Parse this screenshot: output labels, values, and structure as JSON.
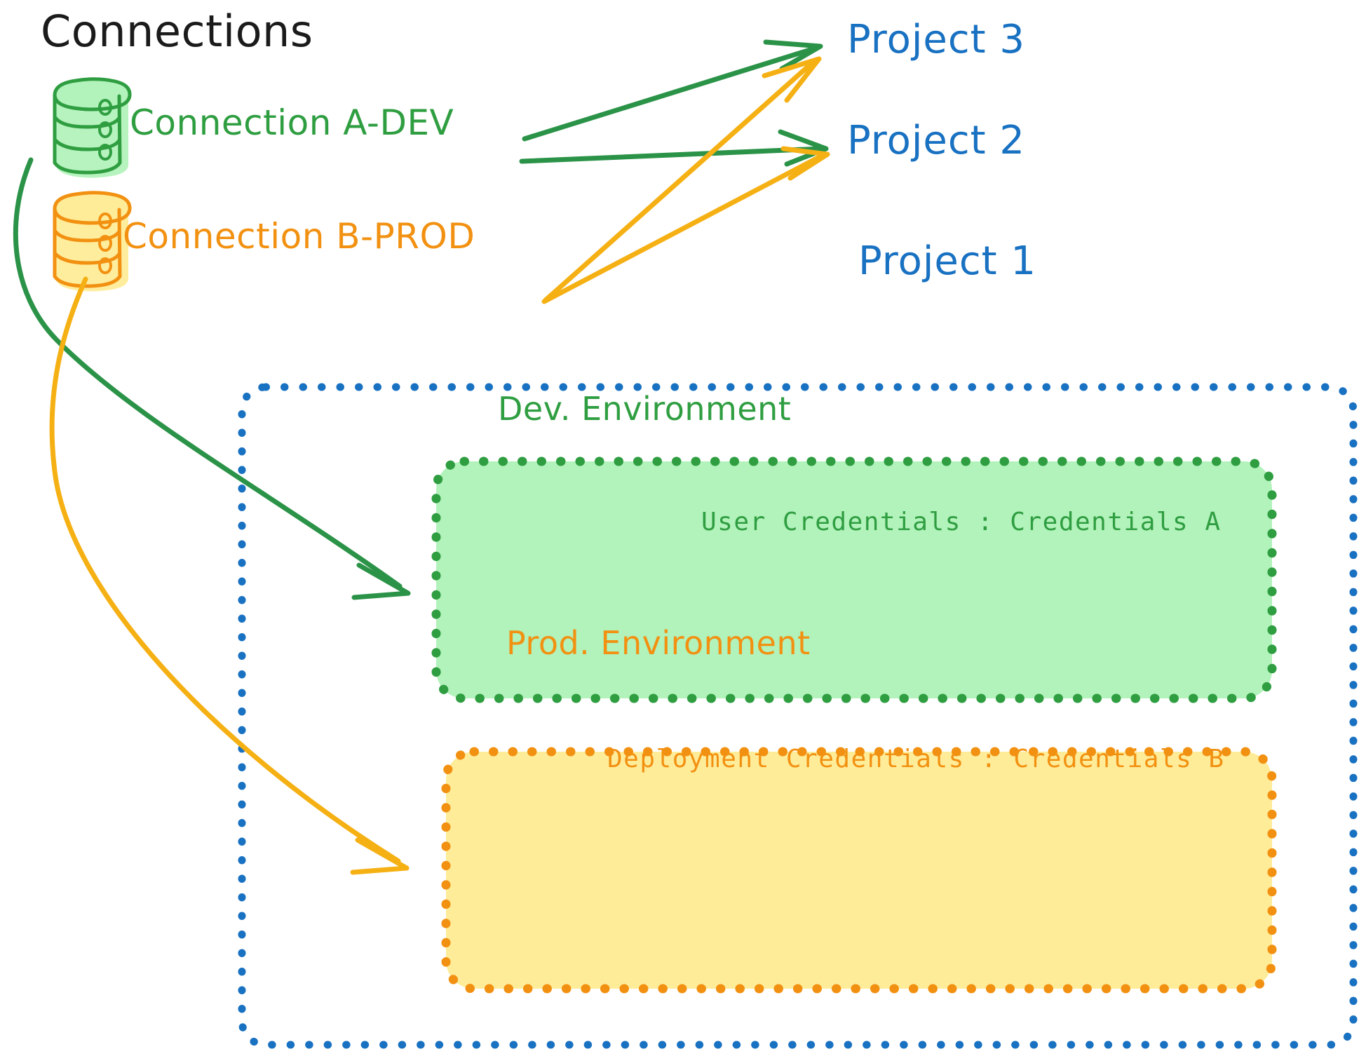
{
  "diagram": {
    "title": "Connections",
    "type": "architecture-diagram",
    "background": "#ffffff"
  },
  "colors": {
    "green_stroke": "#2f9e41",
    "green_fill": "#b2f2bb",
    "orange_stroke": "#f29111",
    "orange_fill": "#ffec99",
    "blue": "#1971c2",
    "title_black": "#1b1b1b",
    "green_arrow": "#2b9348",
    "orange_arrow": "#f5b014"
  },
  "connections": [
    {
      "id": "connection-a-dev",
      "label": "Connection A-DEV",
      "color": "#2f9e41",
      "icon": "database-cylinder-icon",
      "targets": [
        "Project 3",
        "Project 2",
        "Dev. Environment"
      ]
    },
    {
      "id": "connection-b-prod",
      "label": "Connection B-PROD",
      "color": "#f29111",
      "icon": "database-cylinder-icon",
      "targets": [
        "Project 3",
        "Project 2",
        "Prod. Environment"
      ]
    }
  ],
  "projects": [
    {
      "id": "project-3",
      "label": "Project 3"
    },
    {
      "id": "project-2",
      "label": "Project 2"
    },
    {
      "id": "project-1",
      "label": "Project 1"
    }
  ],
  "project_1_container": {
    "label": "Project 1",
    "border": "dotted",
    "border_color": "#1971c2",
    "environments": [
      {
        "id": "dev-environment",
        "title": "Dev. Environment",
        "credentials_label": "User Credentials",
        "credentials_value": "Credentials A",
        "credentials_text": "User Credentials : Credentials A",
        "fill": "#b2f2bb",
        "border_color": "#2f9e41"
      },
      {
        "id": "prod-environment",
        "title": "Prod. Environment",
        "credentials_label": "Deployment Credentials",
        "credentials_value": "Credentials B",
        "credentials_text": "Deployment Credentials : Credentials B",
        "fill": "#ffec99",
        "border_color": "#f29111"
      }
    ]
  }
}
